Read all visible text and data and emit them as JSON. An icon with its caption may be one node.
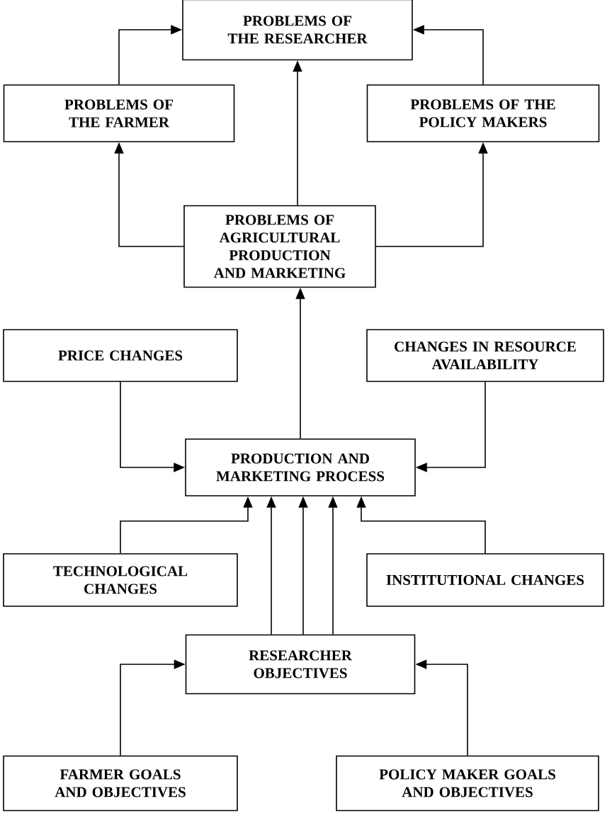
{
  "diagram": {
    "nodes": [
      {
        "text": [
          "PROBLEMS OF THE RESEARCHER"
        ]
      },
      {
        "text": [
          "PROBLEMS OF THE FARMER"
        ]
      },
      {
        "text": [
          "PROBLEMS OF THE POLICY MAKERS"
        ]
      },
      {
        "text": [
          "PROBLEMS OF AGRICULTURAL PRODUCTION AND MARKETING"
        ]
      },
      {
        "text": [
          "PRICE CHANGES"
        ]
      },
      {
        "text": [
          "CHANGES IN RESOURCE AVAILABILITY"
        ]
      },
      {
        "text": [
          "PRODUCTION AND MARKETING PROCESS"
        ]
      },
      {
        "text": [
          "TECHNOLOGICAL CHANGES"
        ]
      },
      {
        "text": [
          "INSTITUTIONAL CHANGES"
        ]
      },
      {
        "text": [
          "RESEARCHER OBJECTIVES"
        ]
      },
      {
        "text": [
          "FARMER GOALS AND OBJECTIVES"
        ]
      },
      {
        "text": [
          "POLICY MAKER GOALS AND OBJECTIVES"
        ]
      }
    ],
    "edges": [
      {
        "from": 1,
        "to": 0,
        "arrow": "to"
      },
      {
        "from": 2,
        "to": 0,
        "arrow": "to"
      },
      {
        "from": 3,
        "to": 0,
        "arrow": "to"
      },
      {
        "from": 3,
        "to": 1,
        "arrow": "to"
      },
      {
        "from": 3,
        "to": 2,
        "arrow": "to"
      },
      {
        "from": 6,
        "to": 3,
        "arrow": "to"
      },
      {
        "from": 4,
        "to": 6,
        "arrow": "to"
      },
      {
        "from": 5,
        "to": 6,
        "arrow": "to"
      },
      {
        "from": 7,
        "to": 6,
        "arrow": "to"
      },
      {
        "from": 8,
        "to": 6,
        "arrow": "to"
      },
      {
        "from": 9,
        "to": 6,
        "arrow": "to"
      },
      {
        "from": 9,
        "to": 6,
        "arrow": "to"
      },
      {
        "from": 9,
        "to": 6,
        "arrow": "to"
      },
      {
        "from": 10,
        "to": 9,
        "arrow": "to"
      },
      {
        "from": 11,
        "to": 9,
        "arrow": "to"
      }
    ]
  }
}
